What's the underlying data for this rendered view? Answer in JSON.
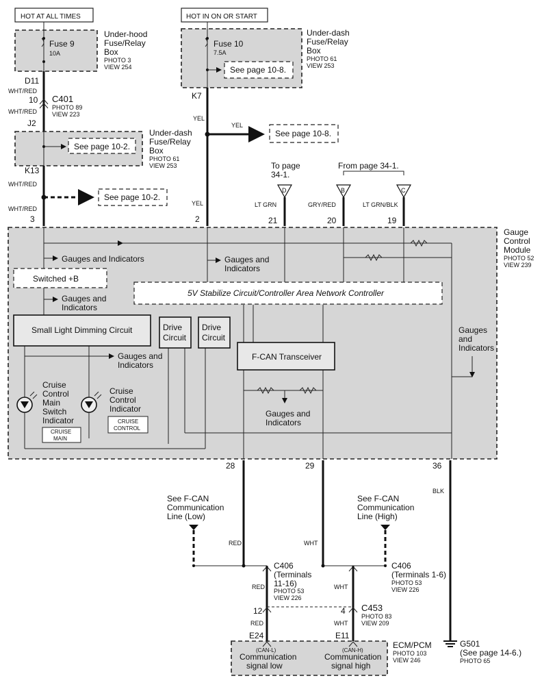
{
  "headers": {
    "hot_always": "HOT AT ALL TIMES",
    "hot_on_start": "HOT IN ON OR START"
  },
  "fuse9": {
    "name": "Fuse 9",
    "rating": "10A",
    "box_lines": [
      "Under-hood",
      "Fuse/Relay",
      "Box"
    ],
    "photo": "PHOTO 3",
    "view": "VIEW 254"
  },
  "fuse10": {
    "name": "Fuse 10",
    "rating": "7.5A",
    "ref": "See page 10-8.",
    "box_lines": [
      "Under-dash",
      "Fuse/Relay",
      "Box"
    ],
    "photo": "PHOTO 61",
    "view": "VIEW 253"
  },
  "underdash": {
    "ref": "See page 10-2.",
    "box_lines": [
      "Under-dash",
      "Fuse/Relay",
      "Box"
    ],
    "photo": "PHOTO 61",
    "view": "VIEW 253"
  },
  "c401": {
    "name": "C401",
    "photo": "PHOTO 89",
    "view": "VIEW 223"
  },
  "pins": {
    "d11": "D11",
    "p10": "10",
    "j2": "J2",
    "k13": "K13",
    "k7": "K7",
    "p3": "3",
    "p2": "2",
    "p21": "21",
    "p20": "20",
    "p19": "19",
    "p28": "28",
    "p29": "29",
    "p36": "36",
    "p12": "12",
    "p4": "4",
    "e24": "E24",
    "e11": "E11"
  },
  "wires": {
    "wht_red": "WHT/RED",
    "yel": "YEL",
    "lt_grn": "LT GRN",
    "gry_red": "GRY/RED",
    "lt_grn_blk": "LT GRN/BLK",
    "red": "RED",
    "wht": "WHT",
    "blk": "BLK"
  },
  "refs": {
    "see_10_8": "See page 10-8.",
    "see_10_2": "See page 10-2.",
    "to_page_lines": [
      "To page",
      "34-1."
    ],
    "from_page": "From page 34-1."
  },
  "connectors": {
    "d": "D",
    "b": "B",
    "c": "C"
  },
  "gcm": {
    "title_lines": [
      "Gauge",
      "Control",
      "Module"
    ],
    "photo": "PHOTO 52",
    "view": "VIEW 239",
    "gauges_lines": [
      "Gauges and",
      "Indicators"
    ],
    "gauges_inline": "Gauges and Indicators",
    "gauges_stack": [
      "Gauges",
      "and",
      "Indicators"
    ],
    "switched_b": "Switched +B",
    "stabilize": "5V Stabilize Circuit/Controller Area Network Controller",
    "dimming": "Small Light Dimming Circuit",
    "drive_lines": [
      "Drive",
      "Circuit"
    ],
    "fcan": "F-CAN Transceiver",
    "cruise_main_lines": [
      "Cruise",
      "Control",
      "Main",
      "Switch",
      "Indicator"
    ],
    "cruise_ctrl_lines": [
      "Cruise",
      "Control",
      "Indicator"
    ],
    "cruise_main_badge": [
      "CRUISE",
      "MAIN"
    ],
    "cruise_ctrl_badge": [
      "CRUISE",
      "CONTROL"
    ]
  },
  "fcan_low_lines": [
    "See F-CAN",
    "Communication",
    "Line (Low)"
  ],
  "fcan_high_lines": [
    "See F-CAN",
    "Communication",
    "Line (High)"
  ],
  "c406_low": {
    "name": "C406",
    "terms_lines": [
      "(Terminals",
      "11-16)"
    ],
    "photo": "PHOTO 53",
    "view": "VIEW 226"
  },
  "c406_high": {
    "name": "C406",
    "terms_lines": [
      "(Terminals 1-6)"
    ],
    "photo": "PHOTO 53",
    "view": "VIEW 226"
  },
  "c453": {
    "name": "C453",
    "photo": "PHOTO 83",
    "view": "VIEW 209"
  },
  "ecm": {
    "name": "ECM/PCM",
    "photo": "PHOTO 103",
    "view": "VIEW 246",
    "canl": "(CAN-L)",
    "low_lines": [
      "Communication",
      "signal low"
    ],
    "canh": "(CAN-H)",
    "high_lines": [
      "Communication",
      "signal high"
    ]
  },
  "g501": {
    "name": "G501",
    "ref": "(See page 14-6.)",
    "photo": "PHOTO 65"
  }
}
